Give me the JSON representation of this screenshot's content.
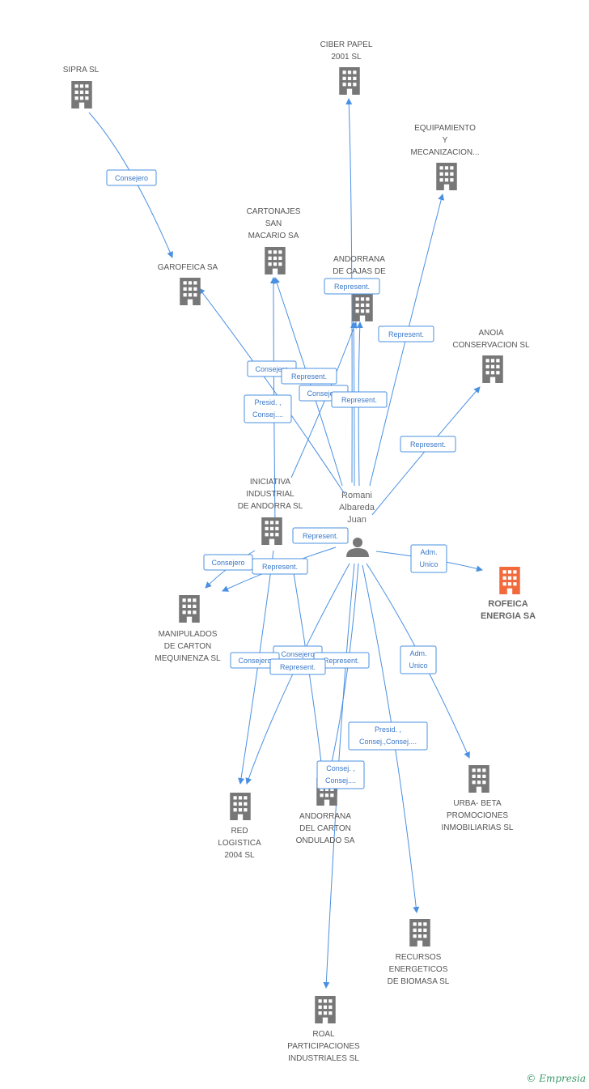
{
  "colors": {
    "edge": "#4a90e2",
    "building": "#777777",
    "highlight": "#f26a3c",
    "person": "#777777"
  },
  "person": {
    "lines": [
      "Romani",
      "Albareda",
      "Juan"
    ],
    "icon": "person-icon"
  },
  "companies": [
    {
      "id": "sipra",
      "lines": [
        "SIPRA SL"
      ]
    },
    {
      "id": "ciber",
      "lines": [
        "CIBER PAPEL",
        "2001 SL"
      ]
    },
    {
      "id": "equip",
      "lines": [
        "EQUIPAMIENTO",
        "Y",
        "MECANIZACION..."
      ]
    },
    {
      "id": "cartonajes",
      "lines": [
        "CARTONAJES",
        "SAN",
        "MACARIO SA"
      ]
    },
    {
      "id": "garofeica",
      "lines": [
        "GAROFEICA SA"
      ]
    },
    {
      "id": "andorrana_cajas",
      "lines": [
        "ANDORRANA",
        "DE CAJAS DE"
      ]
    },
    {
      "id": "anoia",
      "lines": [
        "ANOIA",
        "CONSERVACION SL"
      ]
    },
    {
      "id": "iniciativa",
      "lines": [
        "INICIATIVA",
        "INDUSTRIAL",
        "DE ANDORRA SL"
      ]
    },
    {
      "id": "rofeica",
      "lines": [
        "ROFEICA",
        "ENERGIA SA"
      ],
      "highlight": true
    },
    {
      "id": "manipulados",
      "lines": [
        "MANIPULADOS",
        "DE CARTON",
        "MEQUINENZA SL"
      ]
    },
    {
      "id": "urba",
      "lines": [
        "URBA- BETA",
        "PROMOCIONES",
        "INMOBILIARIAS SL"
      ]
    },
    {
      "id": "red",
      "lines": [
        "RED",
        "LOGISTICA",
        "2004 SL"
      ]
    },
    {
      "id": "andorrana_carton",
      "lines": [
        "ANDORRANA",
        "DEL CARTON",
        "ONDULADO SA"
      ]
    },
    {
      "id": "recursos",
      "lines": [
        "RECURSOS",
        "ENERGETICOS",
        "DE BIOMASA SL"
      ]
    },
    {
      "id": "roal",
      "lines": [
        "ROAL",
        "PARTICIPACIONES",
        "INDUSTRIALES SL"
      ]
    }
  ],
  "edge_labels": [
    {
      "id": "l1",
      "lines": [
        "Consejero"
      ]
    },
    {
      "id": "l2",
      "lines": [
        "Represent."
      ]
    },
    {
      "id": "l3",
      "lines": [
        "Represent."
      ]
    },
    {
      "id": "l4",
      "lines": [
        "Consejero"
      ]
    },
    {
      "id": "l5",
      "lines": [
        "Represent."
      ]
    },
    {
      "id": "l6",
      "lines": [
        "Consejero"
      ]
    },
    {
      "id": "l7",
      "lines": [
        "Represent."
      ]
    },
    {
      "id": "l8",
      "lines": [
        "Presid. ,",
        "Consej...."
      ]
    },
    {
      "id": "l9",
      "lines": [
        "Represent."
      ]
    },
    {
      "id": "l10",
      "lines": [
        "Represent."
      ]
    },
    {
      "id": "l11",
      "lines": [
        "Adm.",
        "Unico"
      ]
    },
    {
      "id": "l12",
      "lines": [
        "Consejero"
      ]
    },
    {
      "id": "l13",
      "lines": [
        "Represent."
      ]
    },
    {
      "id": "l14",
      "lines": [
        "Adm.",
        "Unico"
      ]
    },
    {
      "id": "l15",
      "lines": [
        "Consejero"
      ]
    },
    {
      "id": "l16",
      "lines": [
        "Consejero"
      ]
    },
    {
      "id": "l17",
      "lines": [
        "Represent."
      ]
    },
    {
      "id": "l18",
      "lines": [
        "Represent."
      ]
    },
    {
      "id": "l19",
      "lines": [
        "Presid. ,",
        "Consej.,Consej...."
      ]
    },
    {
      "id": "l20",
      "lines": [
        "Consej. ,",
        "Consej...."
      ]
    }
  ],
  "brand": {
    "symbol": "©",
    "name": "Empresia"
  }
}
